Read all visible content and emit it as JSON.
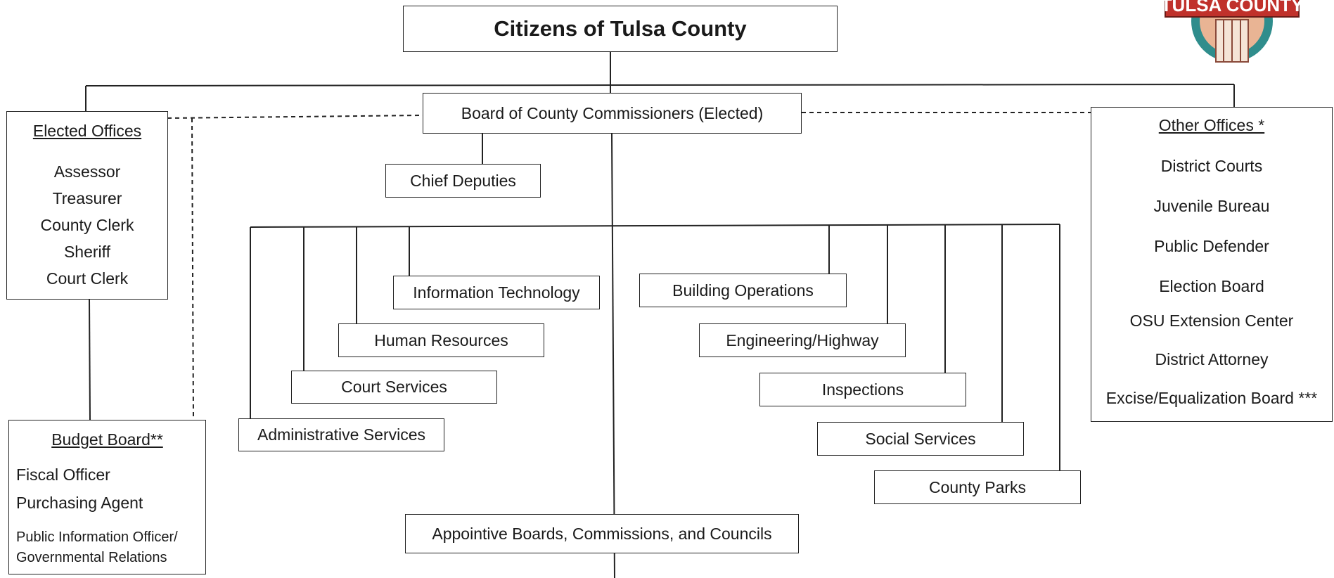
{
  "root": {
    "label": "Citizens of Tulsa County"
  },
  "board": {
    "label": "Board of County Commissioners (Elected)"
  },
  "chief_deputies": {
    "label": "Chief Deputies"
  },
  "elected_offices": {
    "heading": "Elected Offices",
    "items": [
      "Assessor",
      "Treasurer",
      "County Clerk",
      "Sheriff",
      "Court Clerk"
    ]
  },
  "other_offices": {
    "heading": "Other Offices *",
    "items": [
      "District Courts",
      "Juvenile Bureau",
      "Public Defender",
      "Election Board",
      "OSU Extension Center",
      "District Attorney",
      "Excise/Equalization Board ***"
    ]
  },
  "budget_board": {
    "heading": "Budget Board**",
    "items": [
      "Fiscal Officer",
      "Purchasing Agent",
      "Public Information Officer/",
      "Governmental Relations"
    ]
  },
  "left_departments": [
    "Information Technology",
    "Human Resources",
    "Court Services",
    "Administrative Services"
  ],
  "right_departments": [
    "Building Operations",
    "Engineering/Highway",
    "Inspections",
    "Social Services",
    "County Parks"
  ],
  "appointive": {
    "label": "Appointive Boards, Commissions, and Councils"
  },
  "logo": {
    "text": "TULSA COUNTY",
    "colors": {
      "red": "#c0312b",
      "teal": "#2f8d8c",
      "peach": "#e9b494"
    }
  }
}
